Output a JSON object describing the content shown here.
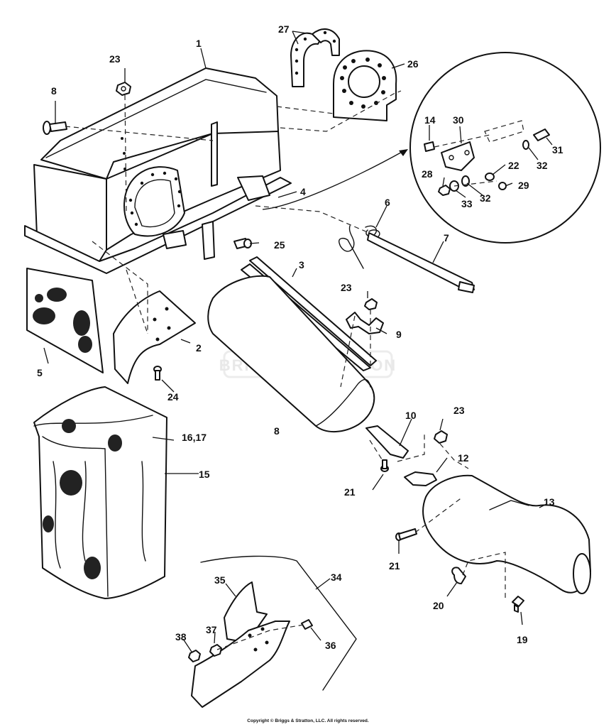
{
  "diagram": {
    "watermark": "BRIGGS&STRATTON",
    "copyright": "Copyright © Briggs & Stratton, LLC. All rights reserved.",
    "callouts": {
      "c1": "1",
      "c2": "2",
      "c3": "3",
      "c4": "4",
      "c5": "5",
      "c6": "6",
      "c7": "7",
      "c8a": "8",
      "c8b": "8",
      "c9": "9",
      "c10": "10",
      "c12": "12",
      "c13": "13",
      "c14": "14",
      "c15": "15",
      "c16_17": "16,17",
      "c19": "19",
      "c20": "20",
      "c21a": "21",
      "c21b": "21",
      "c22": "22",
      "c23a": "23",
      "c23b": "23",
      "c23c": "23",
      "c24": "24",
      "c25": "25",
      "c26": "26",
      "c27": "27",
      "c28": "28",
      "c29": "29",
      "c30": "30",
      "c31": "31",
      "c32a": "32",
      "c32b": "32",
      "c33": "33",
      "c34": "34",
      "c35": "35",
      "c36": "36",
      "c37": "37",
      "c38": "38"
    }
  }
}
